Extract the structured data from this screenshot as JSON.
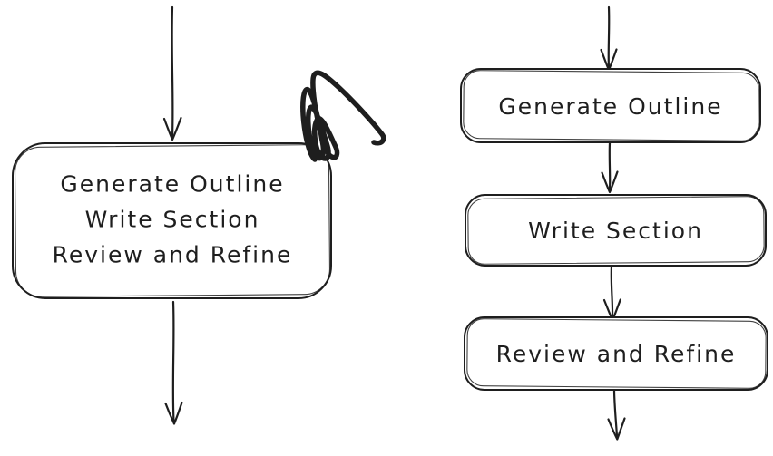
{
  "diagram": {
    "style": "hand-drawn-flowchart",
    "background_color": "#ffffff",
    "ink_color": "#1e1e1e",
    "left_flow": {
      "combined_box_lines": [
        "Generate Outline",
        "Write Section",
        "Review and Refine"
      ],
      "annotation_icon": "scribble-mark"
    },
    "right_flow": {
      "box_labels": [
        "Generate Outline",
        "Write Section",
        "Review and Refine"
      ]
    }
  }
}
